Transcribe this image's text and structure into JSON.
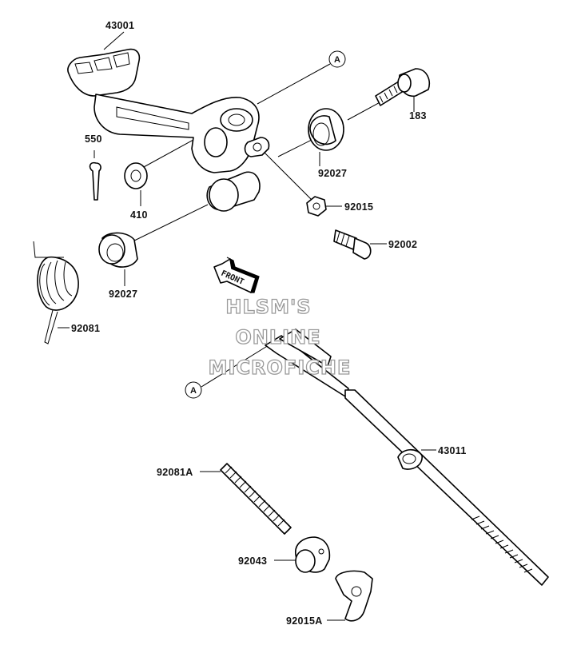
{
  "labels": {
    "p43001": "43001",
    "p183": "183",
    "p550": "550",
    "p410": "410",
    "p92027_top": "92027",
    "p92015": "92015",
    "p92002": "92002",
    "p92027_bottom": "92027",
    "p92081": "92081",
    "p43011": "43011",
    "p92081A": "92081A",
    "p92043": "92043",
    "p92015A": "92015A"
  },
  "callouts": {
    "top": "A",
    "bottom": "A"
  },
  "front_arrow": {
    "text": "FRONT",
    "icon": "front-direction-arrow-icon"
  },
  "watermark": {
    "line1": "HLSM'S",
    "line2": "ONLINE",
    "line3": "MICROFICHE"
  },
  "colors": {
    "line": "#000000",
    "watermark_outline": "#9a9a9a"
  }
}
